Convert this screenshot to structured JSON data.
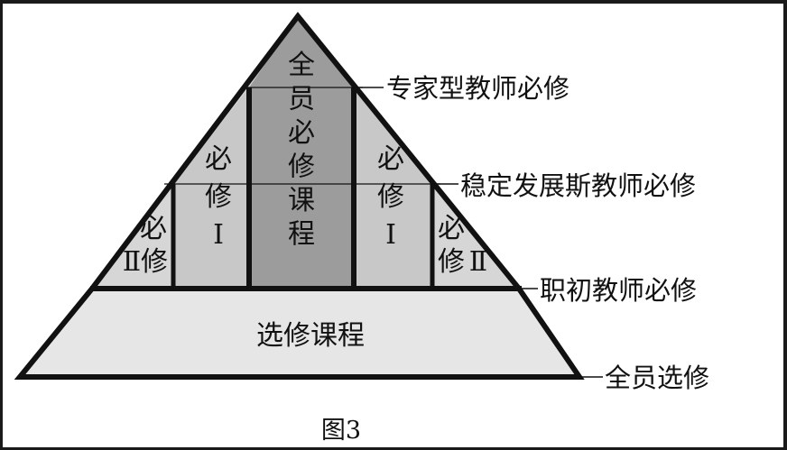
{
  "diagram": {
    "center_column": "全员必修课程",
    "inner_left": "必修Ⅰ",
    "inner_right": "必修Ⅰ",
    "outer_left": "必修Ⅱ",
    "outer_right": "必修Ⅱ",
    "base": "选修课程"
  },
  "labels": {
    "expert": "专家型教师必修",
    "stable": "稳定发展斯教师必修",
    "novice": "职初教师必修",
    "all_elective": "全员选修"
  },
  "caption": "图3",
  "colors": {
    "center": "#9c9c9c",
    "inner": "#c8c8c8",
    "outer": "#d6d6d6",
    "base": "#e6e6e6",
    "stroke": "#111111"
  }
}
